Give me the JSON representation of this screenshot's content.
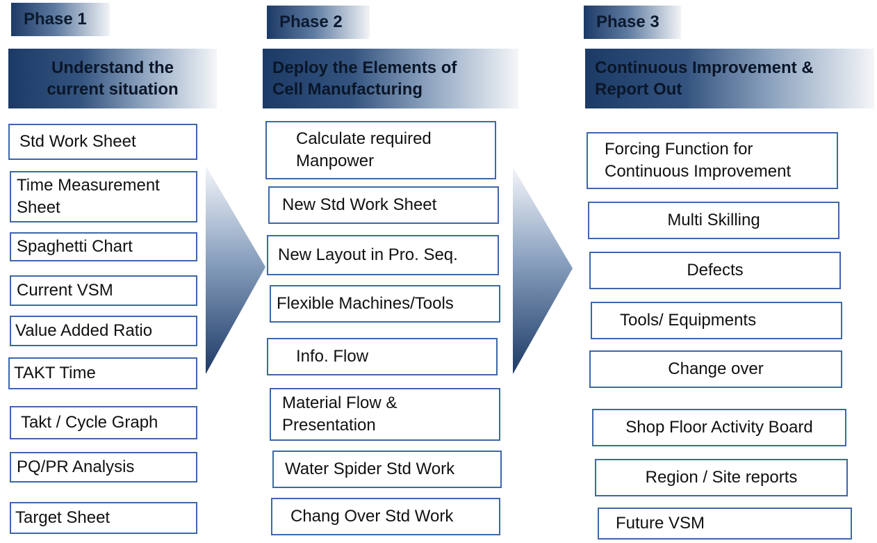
{
  "phases": [
    {
      "tab": "Phase 1",
      "header": [
        "Understand the",
        "current situation"
      ],
      "items": [
        [
          "Std Work Sheet"
        ],
        [
          "Time Measurement",
          "Sheet"
        ],
        [
          "Spaghetti Chart"
        ],
        [
          "Current VSM"
        ],
        [
          "Value Added Ratio"
        ],
        [
          "TAKT Time"
        ],
        [
          "Takt / Cycle Graph"
        ],
        [
          "PQ/PR Analysis"
        ],
        [
          "Target Sheet"
        ]
      ]
    },
    {
      "tab": "Phase  2",
      "header": [
        "Deploy the Elements of",
        "Cell Manufacturing"
      ],
      "items": [
        [
          "Calculate required",
          "Manpower"
        ],
        [
          "New Std Work Sheet"
        ],
        [
          "New Layout in Pro. Seq."
        ],
        [
          "Flexible Machines/Tools"
        ],
        [
          "Info. Flow"
        ],
        [
          "Material Flow &",
          "Presentation"
        ],
        [
          "Water Spider Std Work"
        ],
        [
          "Chang Over Std Work"
        ]
      ]
    },
    {
      "tab": "Phase 3",
      "header": [
        "Continuous Improvement &",
        "Report Out"
      ],
      "items": [
        [
          "Forcing Function for",
          "Continuous Improvement"
        ],
        [
          "Multi Skilling"
        ],
        [
          "Defects"
        ],
        [
          "Tools/ Equipments"
        ],
        [
          "Change over"
        ],
        [
          "Shop Floor Activity Board"
        ],
        [
          "Region / Site reports"
        ],
        [
          "Future VSM"
        ]
      ]
    }
  ],
  "colors": {
    "header_dark": "#1c3a66",
    "box_border": "#3d67a8",
    "arrow_dark": "#1c3a66",
    "arrow_light": "#f4f6fa"
  }
}
